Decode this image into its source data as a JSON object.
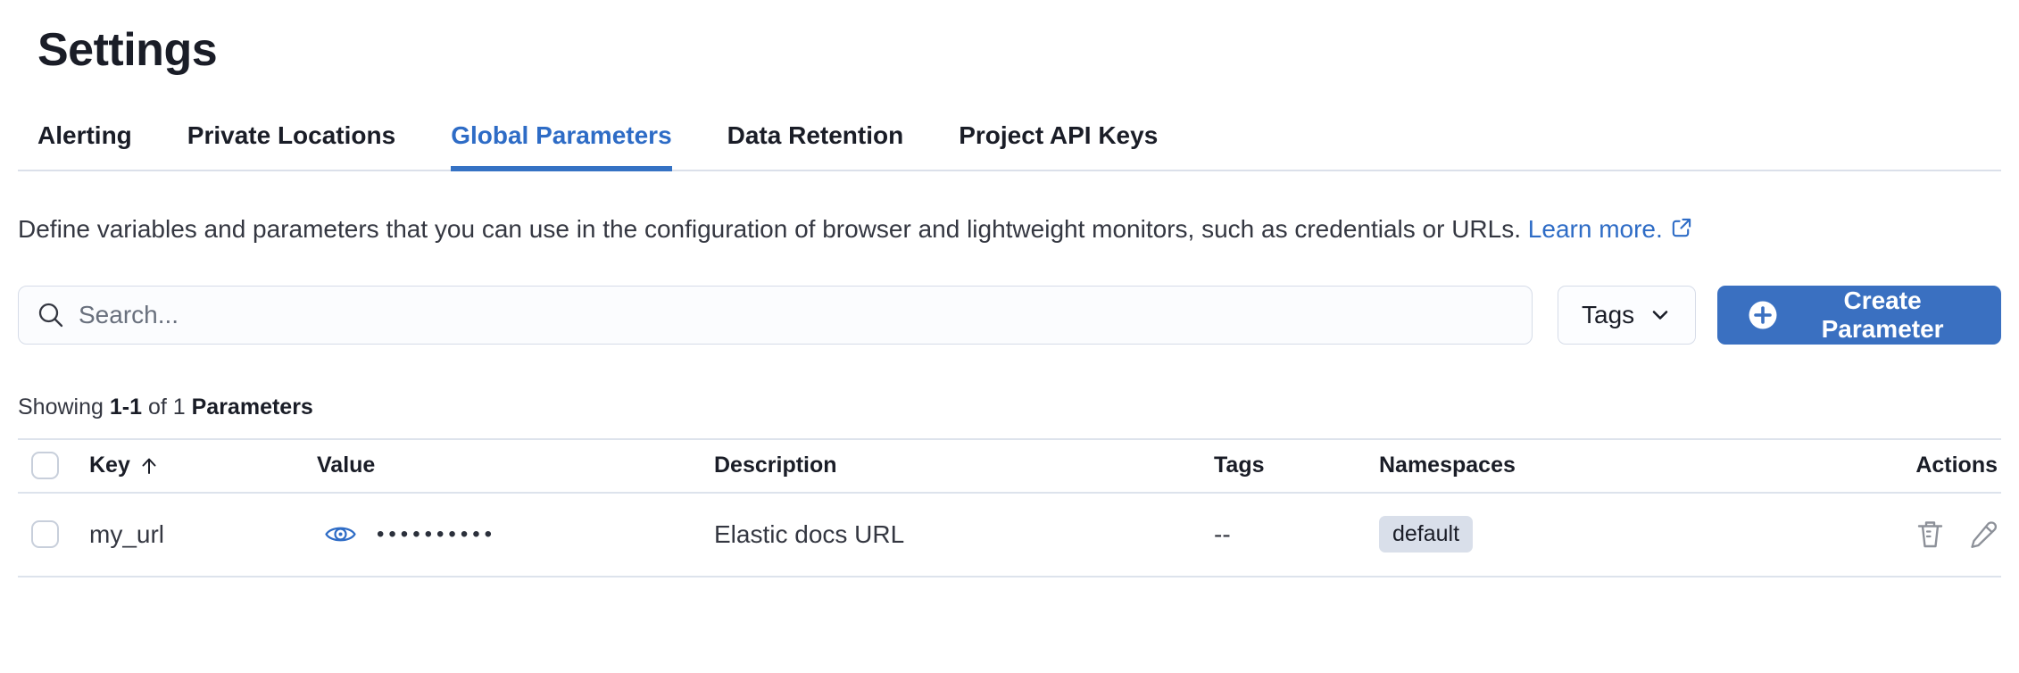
{
  "page": {
    "title": "Settings"
  },
  "tabs": [
    {
      "label": "Alerting",
      "active": false
    },
    {
      "label": "Private Locations",
      "active": false
    },
    {
      "label": "Global Parameters",
      "active": true
    },
    {
      "label": "Data Retention",
      "active": false
    },
    {
      "label": "Project API Keys",
      "active": false
    }
  ],
  "description": {
    "text": "Define variables and parameters that you can use in the configuration of browser and lightweight monitors, such as credentials or URLs.",
    "link_label": "Learn more.",
    "link_icon": "external-link-icon"
  },
  "toolbar": {
    "search_placeholder": "Search...",
    "search_value": "",
    "search_icon": "search-icon",
    "tags_filter_label": "Tags",
    "tags_filter_icon": "chevron-down-icon",
    "create_button_label": "Create Parameter",
    "create_button_icon": "plus-in-circle-icon"
  },
  "summary": {
    "showing": "Showing",
    "range": "1-1",
    "of": "of",
    "total": "1",
    "entity": "Parameters"
  },
  "table": {
    "columns": [
      "Key",
      "Value",
      "Description",
      "Tags",
      "Namespaces",
      "Actions"
    ],
    "sort": {
      "column": "Key",
      "direction": "ascending",
      "icon": "sort-ascending-arrow-icon"
    },
    "rows": [
      {
        "key": "my_url",
        "value_masked": "••••••••••",
        "value_icon": "eye-icon",
        "description": "Elastic docs URL",
        "tags": "--",
        "namespaces": [
          "default"
        ],
        "actions": [
          "delete",
          "edit"
        ]
      }
    ]
  },
  "colors": {
    "primary_button": "#3a70c1",
    "link": "#2e6cc6",
    "active_tab": "#2e6cc6",
    "heading_text": "#1a1d27",
    "body_text": "#343741",
    "border": "#dde3ec",
    "badge_background": "#d9dfea",
    "action_icon": "#8d9199"
  }
}
